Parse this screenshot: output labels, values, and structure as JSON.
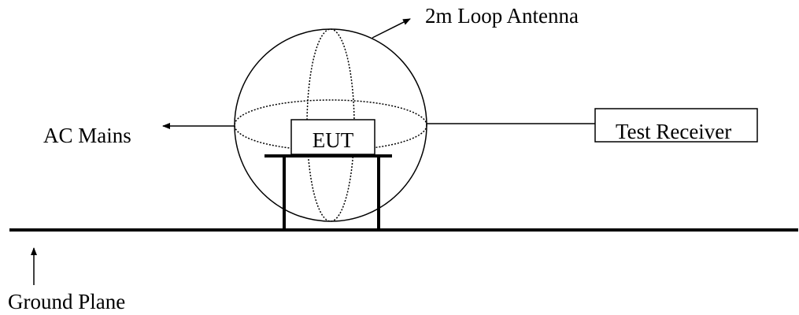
{
  "labels": {
    "antenna": "2m Loop Antenna",
    "ac_mains": "AC Mains",
    "eut": "EUT",
    "test_receiver": "Test Receiver",
    "ground_plane": "Ground Plane"
  },
  "colors": {
    "ink": "#000000",
    "background": "#ffffff"
  }
}
